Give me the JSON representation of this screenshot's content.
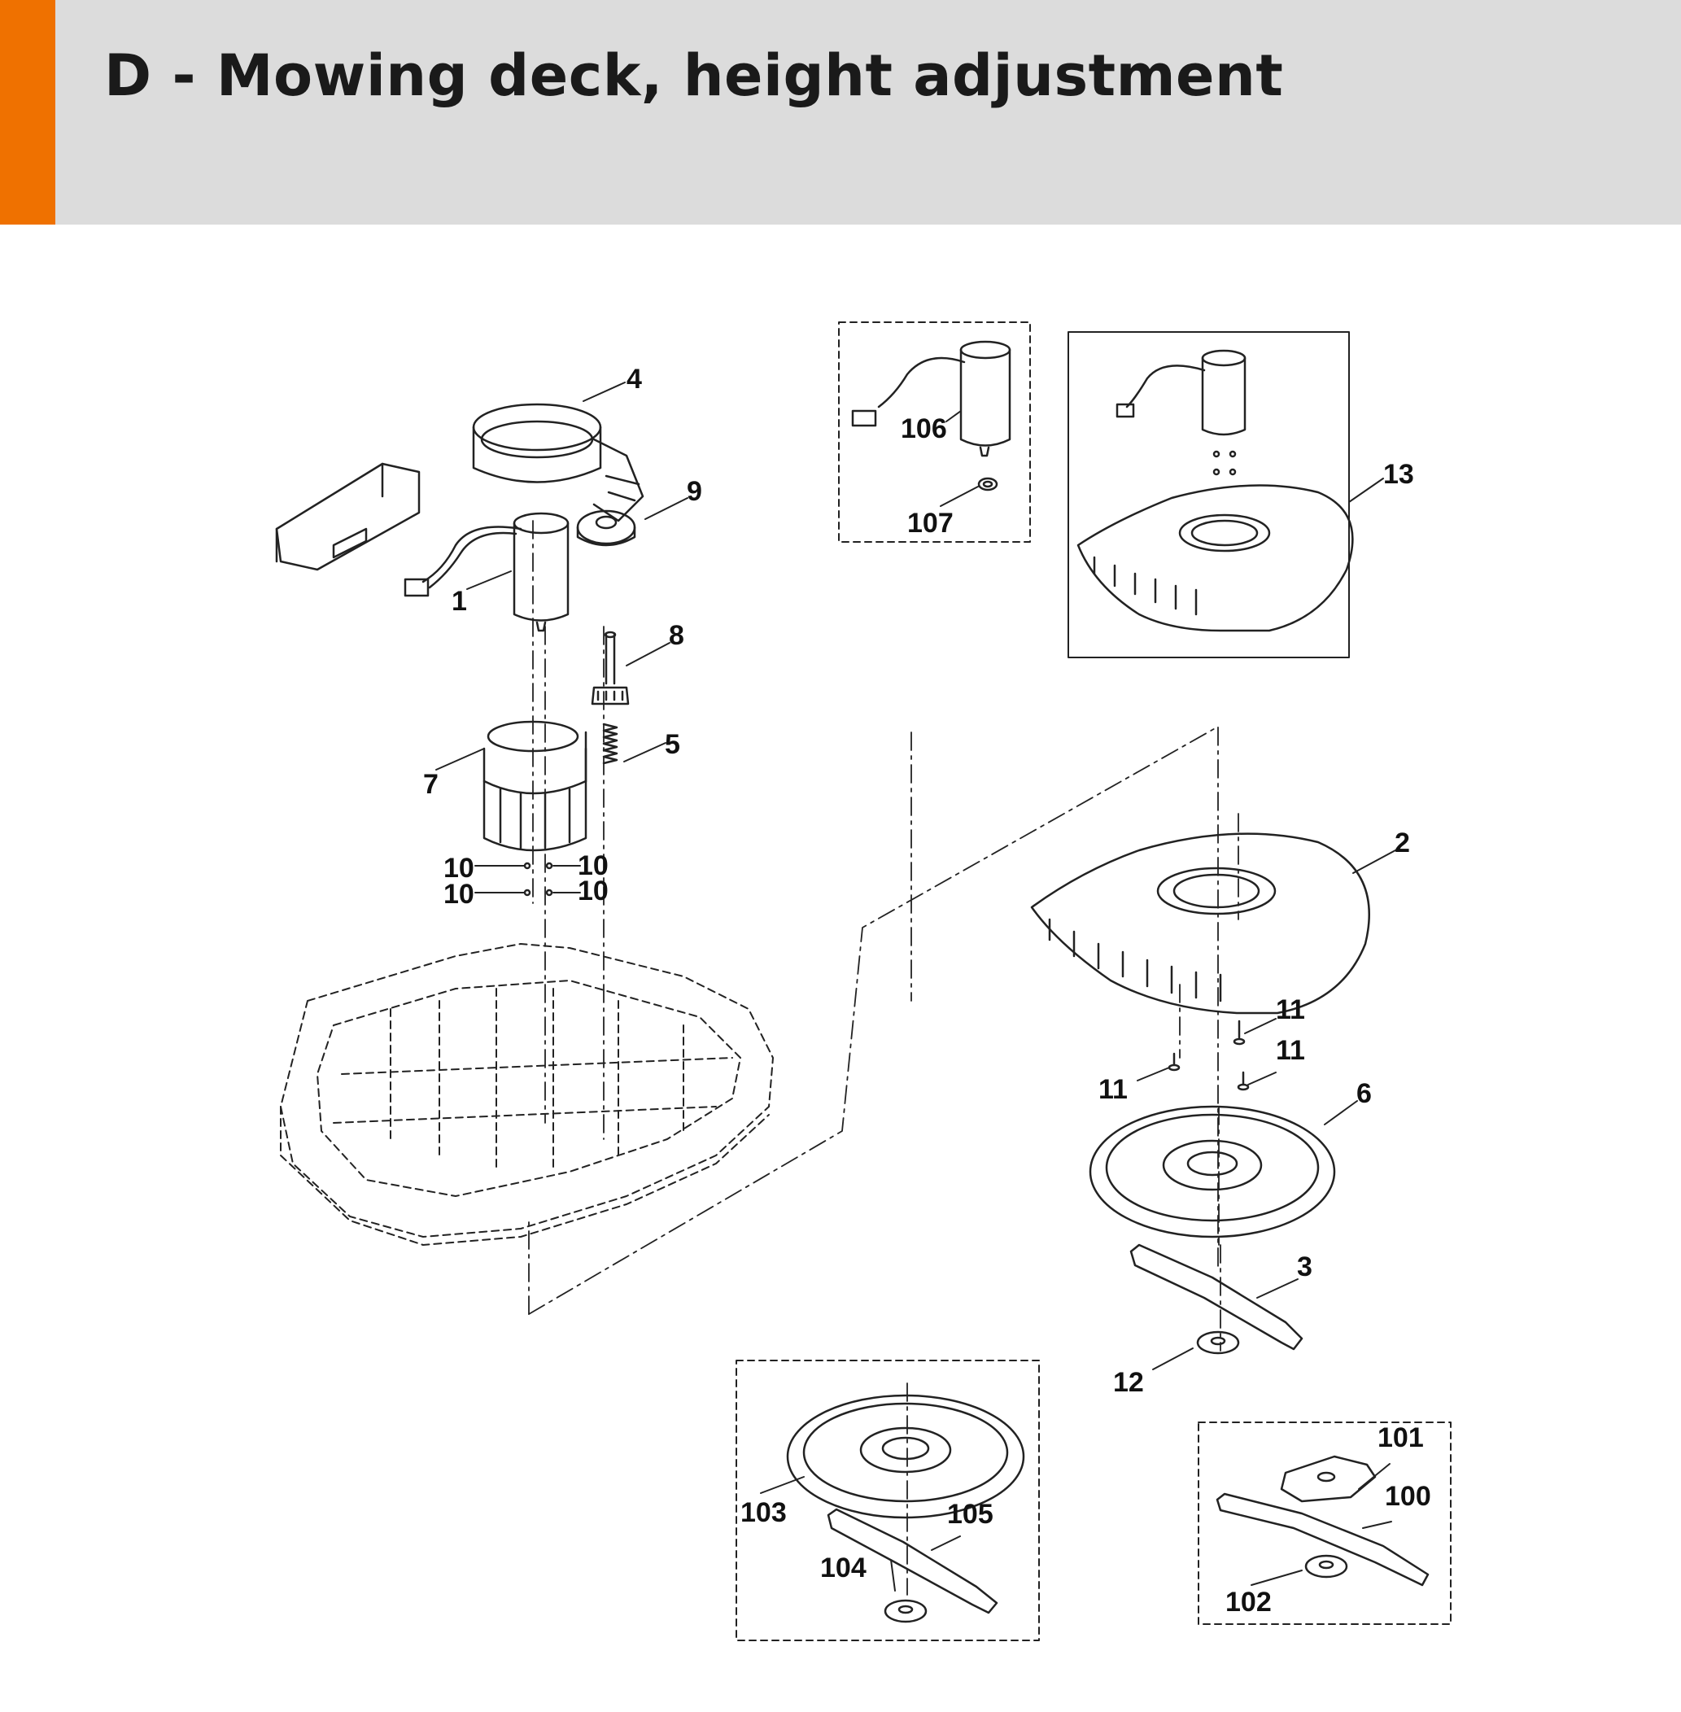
{
  "header": {
    "title": "D - Mowing deck, height adjustment",
    "accent_color": "#ef7100",
    "background_color": "#dcdcdc"
  },
  "diagram": {
    "parts": {
      "p1": "1",
      "p2": "2",
      "p3": "3",
      "p4": "4",
      "p5": "5",
      "p6": "6",
      "p7": "7",
      "p8": "8",
      "p9": "9",
      "p10a": "10",
      "p10b": "10",
      "p10c": "10",
      "p10d": "10",
      "p11a": "11",
      "p11b": "11",
      "p11c": "11",
      "p12": "12",
      "p13": "13",
      "p100": "100",
      "p101": "101",
      "p102": "102",
      "p103": "103",
      "p104": "104",
      "p105": "105",
      "p106": "106",
      "p107": "107"
    }
  }
}
